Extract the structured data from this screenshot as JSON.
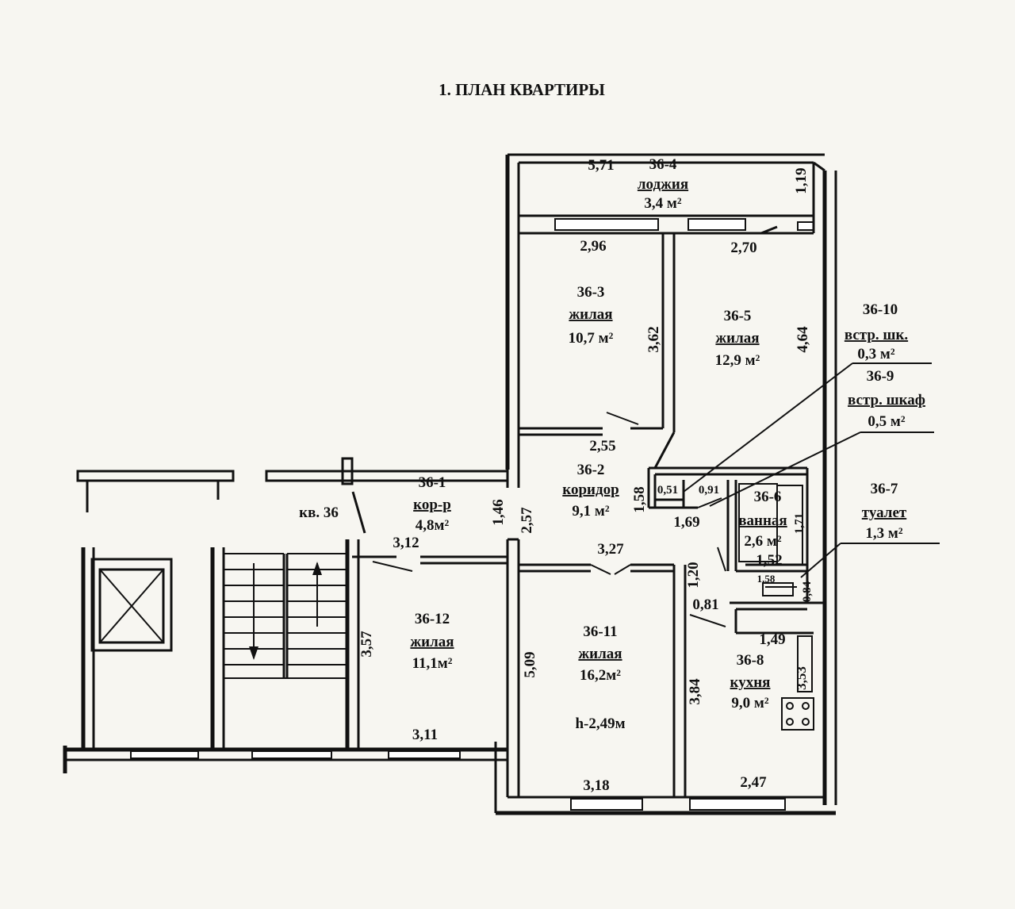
{
  "title": "1. ПЛАН КВАРТИРЫ",
  "apartment": "кв. 36",
  "rooms": {
    "r1": {
      "code": "36-1",
      "name": "кор-р",
      "area": "4,8м²"
    },
    "r2": {
      "code": "36-2",
      "name": "коридор",
      "area": "9,1 м²"
    },
    "r3": {
      "code": "36-3",
      "name": "жилая",
      "area": "10,7 м²"
    },
    "r4": {
      "code": "36-4",
      "name": "лоджия",
      "area": "3,4 м²"
    },
    "r5": {
      "code": "36-5",
      "name": "жилая",
      "area": "12,9 м²"
    },
    "r6": {
      "code": "36-6",
      "name": "ванная",
      "area": "2,6 м²"
    },
    "r7": {
      "code": "36-7",
      "name": "туалет",
      "area": "1,3 м²"
    },
    "r8": {
      "code": "36-8",
      "name": "кухня",
      "area": "9,0 м²"
    },
    "r9": {
      "code": "36-9",
      "name": "встр. шкаф",
      "area": "0,5 м²"
    },
    "r10": {
      "code": "36-10",
      "name": "встр. шк.",
      "area": "0,3 м²"
    },
    "r11": {
      "code": "36-11",
      "name": "жилая",
      "area": "16,2м²",
      "height": "h-2,49м"
    },
    "r12": {
      "code": "36-12",
      "name": "жилая",
      "area": "11,1м²"
    }
  },
  "dimensions": {
    "d571": "5,71",
    "d119": "1,19",
    "d296": "2,96",
    "d270": "2,70",
    "d362": "3,62",
    "d464": "4,64",
    "d255": "2,55",
    "d146": "1,46",
    "d257": "2,57",
    "d158": "1,58",
    "d051": "0,51",
    "d091": "0,91",
    "d169": "1,69",
    "d171": "1,71",
    "d312": "3,12",
    "d327": "3,27",
    "d152": "1,52",
    "d158b": "1,58",
    "d120": "1,20",
    "d084": "0,84",
    "d081": "0,81",
    "d149": "1,49",
    "d357": "3,57",
    "d509": "5,09",
    "d384": "3,84",
    "d353": "3,53",
    "d311": "3,11",
    "d318": "3,18",
    "d247": "2,47"
  }
}
